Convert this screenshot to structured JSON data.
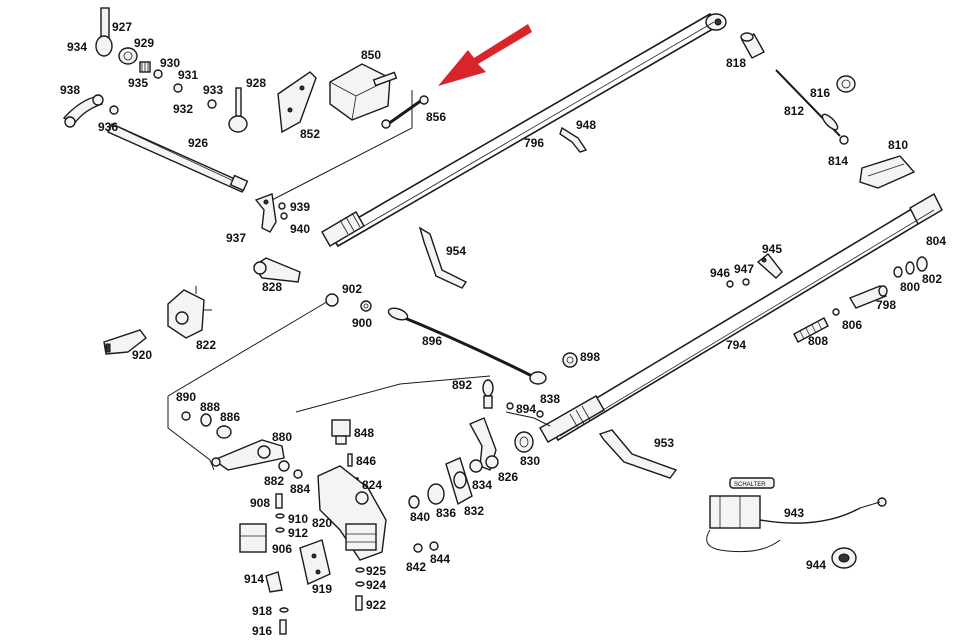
{
  "labels": {
    "p927": "927",
    "p934": "934",
    "p929": "929",
    "p930": "930",
    "p931": "931",
    "p935": "935",
    "p932": "932",
    "p933": "933",
    "p928": "928",
    "p850": "850",
    "p856": "856",
    "p852": "852",
    "p938": "938",
    "p936": "936",
    "p926": "926",
    "p796": "796",
    "p948": "948",
    "p818": "818",
    "p816": "816",
    "p812": "812",
    "p810": "810",
    "p814": "814",
    "p939": "939",
    "p940": "940",
    "p937": "937",
    "p954": "954",
    "p945": "945",
    "p946": "946",
    "p947": "947",
    "p804": "804",
    "p802": "802",
    "p800": "800",
    "p798": "798",
    "p806": "806",
    "p808": "808",
    "p828": "828",
    "p902": "902",
    "p900": "900",
    "p822": "822",
    "p920": "920",
    "p896": "896",
    "p898": "898",
    "p794": "794",
    "p890": "890",
    "p888": "888",
    "p886": "886",
    "p892": "892",
    "p894": "894",
    "p838": "838",
    "p880": "880",
    "p848": "848",
    "p846": "846",
    "p830": "830",
    "p882": "882",
    "p884": "884",
    "p824": "824",
    "p834": "834",
    "p826": "826",
    "p953": "953",
    "p908": "908",
    "p910": "910",
    "p912": "912",
    "p820": "820",
    "p840": "840",
    "p836": "836",
    "p832": "832",
    "p906": "906",
    "p943": "943",
    "p842": "842",
    "p844": "844",
    "p925": "925",
    "p924": "924",
    "p914": "914",
    "p919": "919",
    "p922": "922",
    "p918": "918",
    "p916": "916",
    "p944": "944"
  },
  "stamp_text": "SCHALTER",
  "colors": {
    "arrow": "#d9242a",
    "ink": "#1a1a1a",
    "background": "#ffffff"
  }
}
